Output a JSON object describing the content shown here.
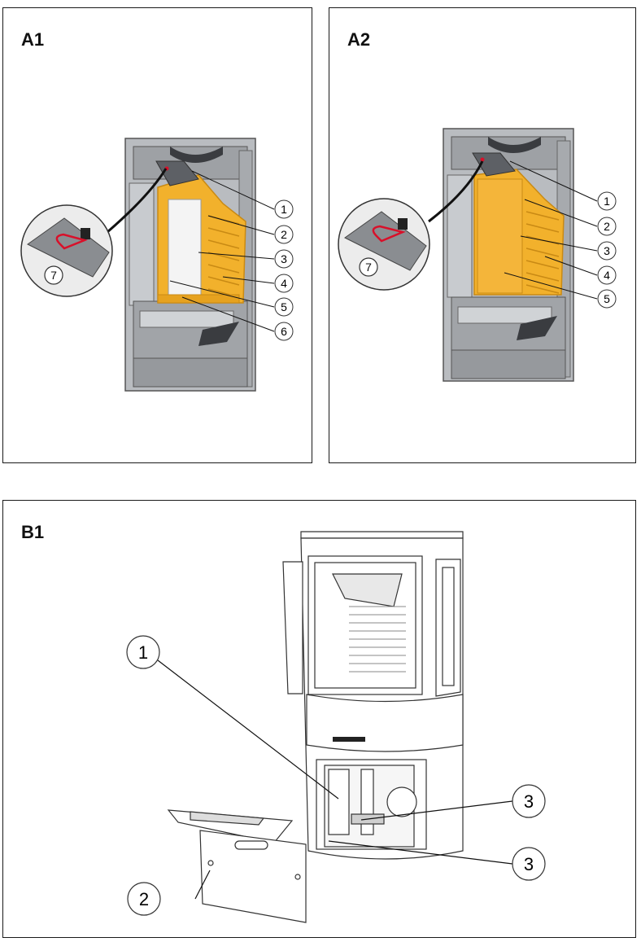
{
  "panels": {
    "a1": {
      "label": "A1",
      "callouts": [
        "1",
        "2",
        "3",
        "4",
        "5",
        "6"
      ],
      "inset_callout": "7"
    },
    "a2": {
      "label": "A2",
      "callouts": [
        "1",
        "2",
        "3",
        "4",
        "5"
      ],
      "inset_callout": "7"
    },
    "b1": {
      "label": "B1",
      "callouts": [
        "1",
        "2",
        "3",
        "3"
      ]
    }
  },
  "colors": {
    "insulation": "#f2b12c",
    "insulation_dark": "#d8921a",
    "stove_grey": "#8a8d91",
    "stove_dark": "#5a5d62",
    "clip_red": "#d8102a"
  }
}
